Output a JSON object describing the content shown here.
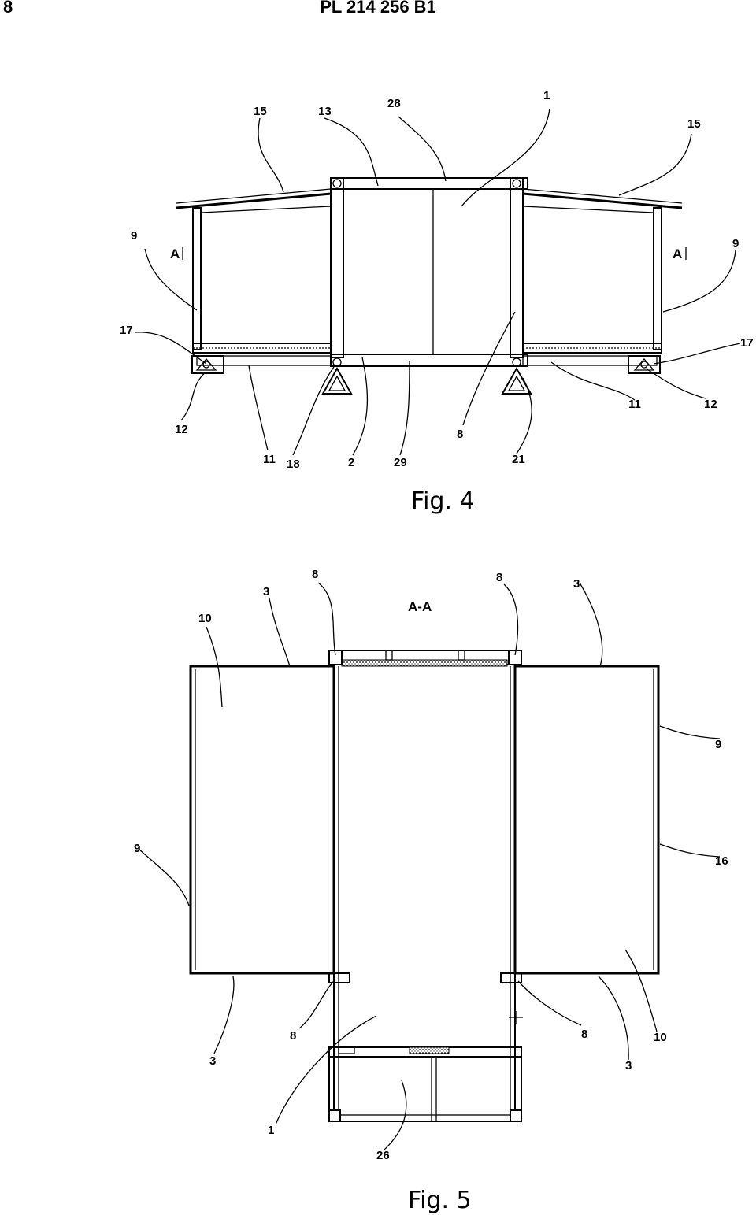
{
  "header": {
    "page_number": "8",
    "document_id": "PL 214 256 B1"
  },
  "fig4": {
    "caption": "Fig. 4",
    "section_marker": "A",
    "labels": {
      "l15a": "15",
      "l13": "13",
      "l28": "28",
      "l1": "1",
      "l15b": "15",
      "l9a": "9",
      "l9b": "9",
      "l17a": "17",
      "l17b": "17",
      "l12a": "12",
      "l11a": "11",
      "l18": "18",
      "l2": "2",
      "l29": "29",
      "l8": "8",
      "l21": "21",
      "l11b": "11",
      "l12b": "12"
    }
  },
  "fig5": {
    "caption": "Fig. 5",
    "section_title": "A-A",
    "labels": {
      "l10a": "10",
      "l3a": "3",
      "l8a": "8",
      "l8b": "8",
      "l3b": "3",
      "l9a": "9",
      "l9b": "9",
      "l16": "16",
      "l3c": "3",
      "l8c": "8",
      "l8d": "8",
      "l10b": "10",
      "l3d": "3",
      "l1": "1",
      "l26": "26"
    }
  }
}
